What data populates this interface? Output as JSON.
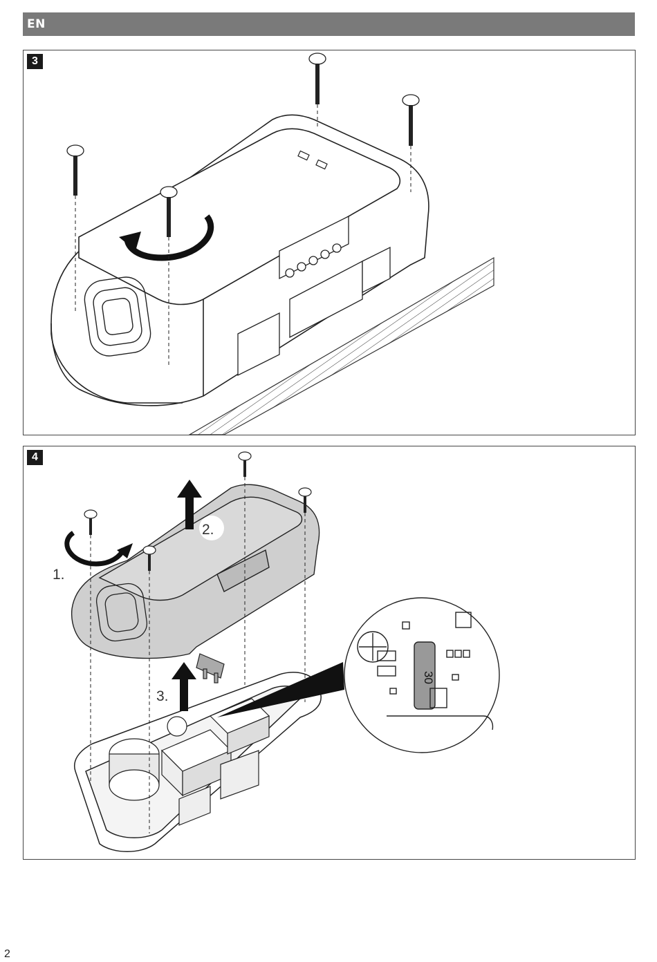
{
  "header": {
    "language": "EN"
  },
  "figures": [
    {
      "number": "3"
    },
    {
      "number": "4",
      "steps": [
        "1.",
        "2.",
        "3."
      ],
      "fuse_label": "30"
    }
  ],
  "footer": {
    "page_number": "2"
  }
}
